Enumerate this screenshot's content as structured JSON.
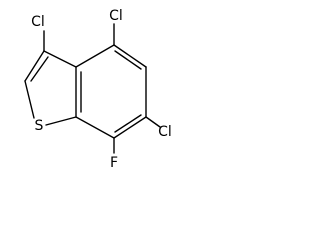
{
  "molecule": {
    "atoms": {
      "cl_top_left": "Cl",
      "cl_top_right": "Cl",
      "cl_right": "Cl",
      "s": "S",
      "f": "F"
    }
  },
  "colors": {
    "bond": "#000000",
    "label": "#000000",
    "background": "#ffffff"
  }
}
